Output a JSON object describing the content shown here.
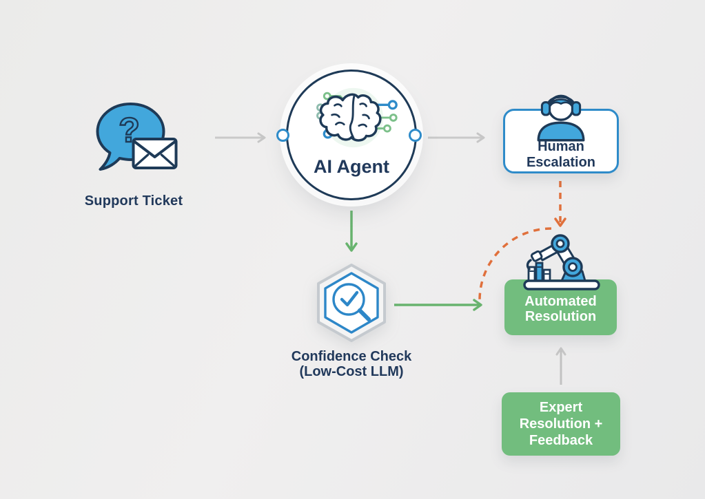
{
  "nodes": {
    "support_ticket": {
      "label": "Support Ticket",
      "icon": "chat-question-envelope-icon"
    },
    "ai_agent": {
      "label": "AI Agent",
      "icon": "brain-circuit-icon"
    },
    "human_escalation": {
      "lines": [
        "Human",
        "Escalation"
      ],
      "icon": "support-agent-headset-icon"
    },
    "confidence_check": {
      "lines": [
        "Confidence Check",
        "(Low-Cost LLM)"
      ],
      "icon": "hexagon-magnifier-check-icon"
    },
    "automated_resolution": {
      "lines": [
        "Automated",
        "Resolution"
      ],
      "icon": "robot-arm-icon"
    },
    "expert_resolution_feedback": {
      "lines": [
        "Expert",
        "Resolution +",
        "Feedback"
      ]
    }
  },
  "icons": {
    "question_mark": "?"
  },
  "edges": [
    {
      "from": "support_ticket",
      "to": "ai_agent",
      "style": "solid",
      "color": "#c9c9c9"
    },
    {
      "from": "ai_agent",
      "to": "human_escalation",
      "style": "solid",
      "color": "#c9c9c9"
    },
    {
      "from": "ai_agent",
      "to": "confidence_check",
      "style": "solid",
      "color": "#68b36e"
    },
    {
      "from": "confidence_check",
      "to": "automated_resolution",
      "style": "solid",
      "color": "#68b36e"
    },
    {
      "from": "human_escalation",
      "to": "automated_resolution",
      "style": "dashed",
      "color": "#e0703c"
    },
    {
      "from": "expert_resolution_feedback",
      "to": "automated_resolution",
      "style": "solid",
      "color": "#c2c2c2"
    }
  ],
  "colors": {
    "background": "#ececeb",
    "navy_text": "#21395b",
    "navy_outline": "#1e3a57",
    "blue_fill": "#42a7dc",
    "blue_border": "#2e8bc9",
    "green_box": "#72bd7e",
    "green_arrow": "#68b36e",
    "gray_arrow": "#c9c9c9",
    "orange_dashed": "#e0703c",
    "hexagon_gray": "#c5cacf"
  }
}
